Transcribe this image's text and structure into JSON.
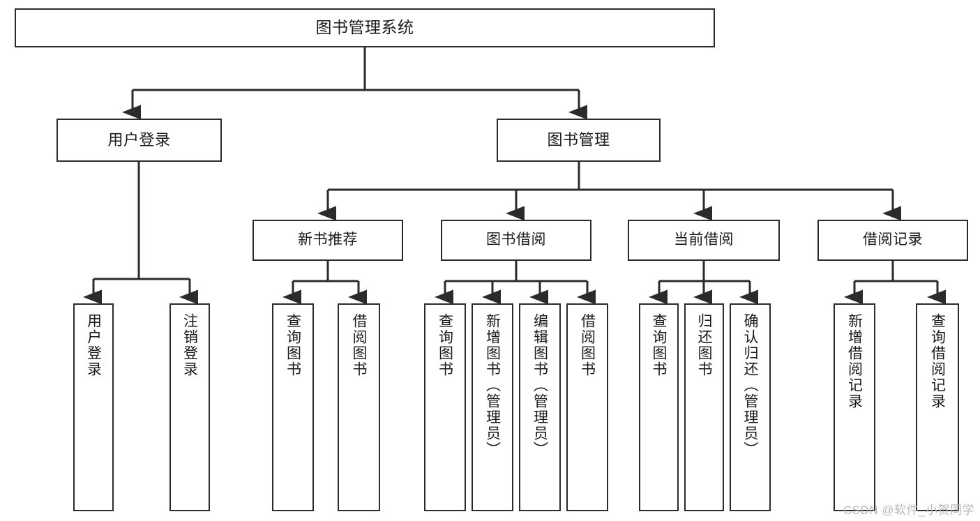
{
  "diagram": {
    "title": "图书管理系统",
    "type": "tree-hierarchy",
    "watermark": "CSDN @软件_小贺同学",
    "colors": {
      "stroke": "#2b2b2b",
      "fill": "#ffffff",
      "text": "#1a1a1a",
      "watermark": "#b9b9b9"
    },
    "nodes": {
      "root": {
        "label": "图书管理系统"
      },
      "level1": [
        {
          "label": "用户登录"
        },
        {
          "label": "图书管理"
        }
      ],
      "level2": [
        {
          "label": "新书推荐"
        },
        {
          "label": "图书借阅"
        },
        {
          "label": "当前借阅"
        },
        {
          "label": "借阅记录"
        }
      ],
      "leaves": [
        {
          "label": "用户登录"
        },
        {
          "label": "注销登录"
        },
        {
          "label": "查询图书"
        },
        {
          "label": "借阅图书"
        },
        {
          "label": "查询图书"
        },
        {
          "label": "新增图书（管理员）"
        },
        {
          "label": "编辑图书（管理员）"
        },
        {
          "label": "借阅图书"
        },
        {
          "label": "查询图书"
        },
        {
          "label": "归还图书"
        },
        {
          "label": "确认归还（管理员）"
        },
        {
          "label": "新增借阅记录"
        },
        {
          "label": "查询借阅记录"
        }
      ]
    }
  }
}
